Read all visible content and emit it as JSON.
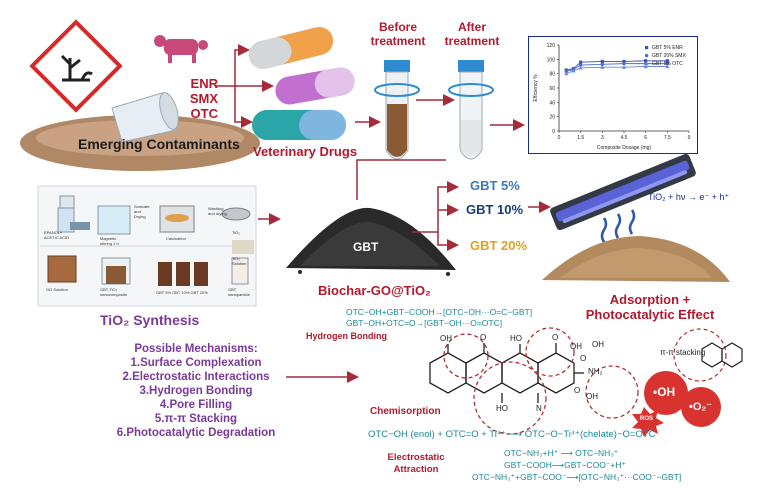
{
  "contaminants": {
    "label": "Emerging Contaminants",
    "drugs": [
      "ENR",
      "SMX",
      "OTC"
    ]
  },
  "vet": {
    "label": "Veterinary Drugs"
  },
  "tubes": {
    "before": "Before\ntreatment",
    "after": "After\ntreatment"
  },
  "chart_data": {
    "type": "line",
    "title": "",
    "xlabel": "Composite Dosage (mg)",
    "ylabel": "Efficiency %",
    "xticks": [
      "0",
      "1.5",
      "3",
      "4.5",
      "6",
      "7.5",
      "9"
    ],
    "yticks": [
      "0",
      "20",
      "40",
      "60",
      "80",
      "100",
      "120"
    ],
    "xlim": [
      0,
      9
    ],
    "ylim": [
      0,
      120
    ],
    "legend_position": "top-right",
    "series": [
      {
        "name": "GBT 5% ENR",
        "color": "#3b4fb8",
        "x": [
          0.5,
          1.0,
          1.5,
          3.0,
          4.5,
          6.0,
          7.5
        ],
        "y": [
          85,
          87,
          96,
          97,
          97,
          98,
          98
        ]
      },
      {
        "name": "GBT 20% SMX",
        "color": "#4a6fd0",
        "x": [
          0.5,
          1.0,
          1.5,
          3.0,
          4.5,
          6.0,
          7.5
        ],
        "y": [
          83,
          86,
          92,
          93,
          94,
          94,
          94
        ]
      },
      {
        "name": "GBT 5% OTC",
        "color": "#6b86dc",
        "x": [
          0.5,
          1.0,
          1.5,
          3.0,
          4.5,
          6.0,
          7.5
        ],
        "y": [
          80,
          84,
          88,
          89,
          89,
          90,
          90
        ]
      }
    ]
  },
  "synthesis": {
    "title": "TiO₂ Synthesis",
    "labels": [
      "EPANOL+\nACETIC ACID",
      "Magnetic\nstirring 1 h",
      "Sonicate\nand\nDrying",
      "Calcination",
      "Washing\nand drying",
      "TiO₂",
      "GO Solution",
      "GBT-TiO₂\nnanocomposite",
      "GBT 5%  GBT 10%  GBT 20%",
      "GBT\nnanoparticle",
      "TiO₂\nSolution"
    ]
  },
  "gbt": {
    "label": "GBT",
    "name": "Biochar-GO@TiO₂",
    "variants": [
      "GBT 5%",
      "GBT 10%",
      "GBT 20%"
    ]
  },
  "uv": {
    "equation": "TiO₂ + hν → e⁻ + h⁺",
    "effect": "Adsorption +\nPhotocatalytic Effect"
  },
  "mechanisms": {
    "title": "Possible Mechanisms:",
    "items": [
      "1.Surface Complexation",
      "2.Electrostatic Interactions",
      "3.Hydrogen Bonding",
      "4.Pore Filling",
      "5.π-π Stacking",
      "6.Photocatalytic Degradation"
    ]
  },
  "hbond": {
    "lines": [
      "OTC−OH+GBT−COOH→[OTC−OH···O=C−GBT]",
      "GBT−OH+OTC=O→[GBT−OH···O=OTC]"
    ],
    "label": "Hydrogen Bonding"
  },
  "molecule": {
    "labels": [
      "OH",
      "O",
      "HO",
      "O",
      "OH",
      "O",
      "OH",
      "NH₂",
      "N",
      "O",
      "OH",
      "HO"
    ]
  },
  "stacking": {
    "label": "π-π stacking"
  },
  "radicals": {
    "oh": "•OH",
    "o2": "•O₂⁻",
    "ros": "ROS"
  },
  "chemisorption": {
    "label": "Chemisorption",
    "equation": "OTC−OH (enol) + OTC=O + Ti⁴⁺ ⟶ OTC−O−Ti⁴⁺(chelate)−O=OTC"
  },
  "electrostatic": {
    "label": "Electrostatic\nAttraction",
    "lines": [
      "OTC−NH₃+H⁺ ⟶ OTC−NH₃⁺",
      "GBT−COOH⟶GBT−COO⁻+H⁺",
      "OTC−NH₃⁺+GBT−COO⁻⟶[OTC−NH₃⁺···COO⁻−GBT]"
    ]
  },
  "colors": {
    "arrow": "#a52a3a",
    "drug": "#b5182b",
    "teal": "#1a8a96",
    "purple": "#7a3a9a",
    "gbt5": "#3a7ab8",
    "gbt10": "#1a3a7a",
    "gbt20": "#e0a020"
  }
}
